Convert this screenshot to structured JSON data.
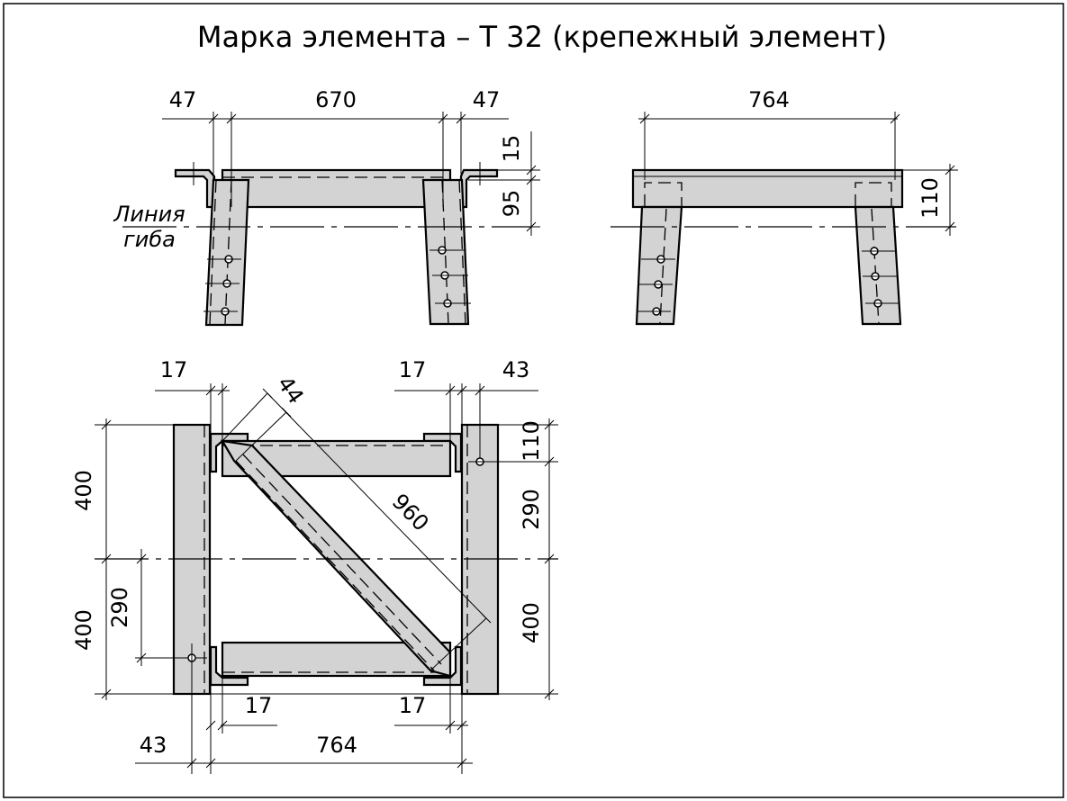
{
  "title": "Марка элемента – Т 32 (крепежный элемент)",
  "front_view": {
    "dims": {
      "left_flange": "47",
      "span": "670",
      "right_flange": "47",
      "plate_thickness": "15",
      "height_to_bend": "95"
    },
    "bend_label_line1": "Линия",
    "bend_label_line2": "гиба"
  },
  "side_view": {
    "dims": {
      "width": "764",
      "height": "110"
    }
  },
  "plan_view": {
    "dims": {
      "top_left_gap": "17",
      "top_right_gap": "17",
      "top_right_offset": "43",
      "diag_width": "44",
      "diag_length": "960",
      "left_upper": "400",
      "left_lower": "400",
      "left_hole": "290",
      "right_top": "110",
      "right_mid": "290",
      "right_lower": "400",
      "bottom_left_gap": "17",
      "bottom_right_gap": "17",
      "bottom_left_offset": "43",
      "overall_width": "764"
    }
  }
}
